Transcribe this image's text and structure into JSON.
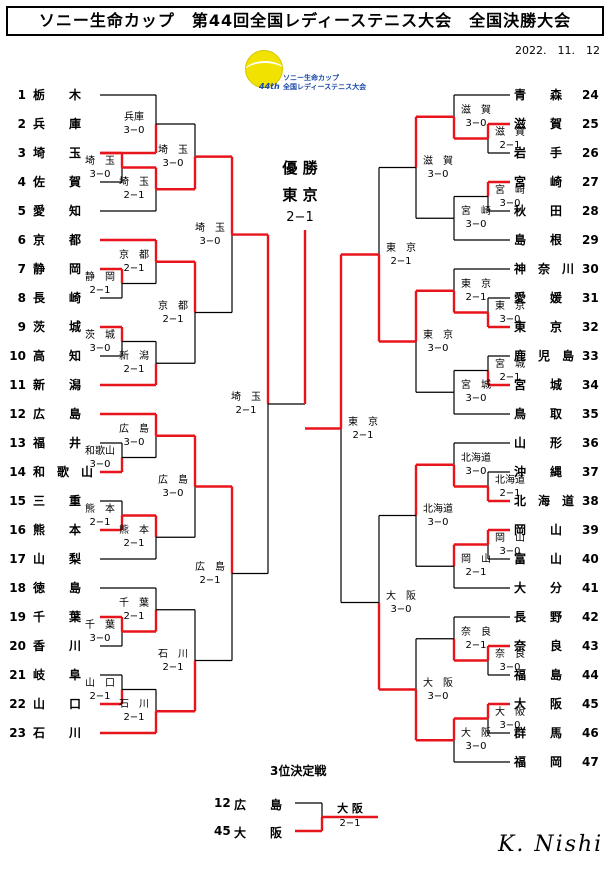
{
  "title": "ソニー生命カップ　第44回全国レディーステニス大会　全国決勝大会",
  "date": "2022.　11.　12",
  "logo": {
    "year": "44th",
    "line1": "ソニー生命カップ",
    "line2": "全国レディーステニス大会"
  },
  "left_teams": [
    {
      "num": "1",
      "name": "栃　　木"
    },
    {
      "num": "2",
      "name": "兵　　庫"
    },
    {
      "num": "3",
      "name": "埼　　玉"
    },
    {
      "num": "4",
      "name": "佐　　賀"
    },
    {
      "num": "5",
      "name": "愛　　知"
    },
    {
      "num": "6",
      "name": "京　　都"
    },
    {
      "num": "7",
      "name": "静　　岡"
    },
    {
      "num": "8",
      "name": "長　　崎"
    },
    {
      "num": "9",
      "name": "茨　　城"
    },
    {
      "num": "10",
      "name": "高　　知"
    },
    {
      "num": "11",
      "name": "新　　潟"
    },
    {
      "num": "12",
      "name": "広　　島"
    },
    {
      "num": "13",
      "name": "福　　井"
    },
    {
      "num": "14",
      "name": "和　歌　山"
    },
    {
      "num": "15",
      "name": "三　　重"
    },
    {
      "num": "16",
      "name": "熊　　本"
    },
    {
      "num": "17",
      "name": "山　　梨"
    },
    {
      "num": "18",
      "name": "徳　　島"
    },
    {
      "num": "19",
      "name": "千　　葉"
    },
    {
      "num": "20",
      "name": "香　　川"
    },
    {
      "num": "21",
      "name": "岐　　阜"
    },
    {
      "num": "22",
      "name": "山　　口"
    },
    {
      "num": "23",
      "name": "石　　川"
    }
  ],
  "right_teams": [
    {
      "num": "24",
      "name": "青　　森"
    },
    {
      "num": "25",
      "name": "滋　　賀"
    },
    {
      "num": "26",
      "name": "岩　　手"
    },
    {
      "num": "27",
      "name": "宮　　崎"
    },
    {
      "num": "28",
      "name": "秋　　田"
    },
    {
      "num": "29",
      "name": "島　　根"
    },
    {
      "num": "30",
      "name": "神　奈　川"
    },
    {
      "num": "31",
      "name": "愛　　媛"
    },
    {
      "num": "32",
      "name": "東　　京"
    },
    {
      "num": "33",
      "name": "鹿　児　島"
    },
    {
      "num": "34",
      "name": "宮　　城"
    },
    {
      "num": "35",
      "name": "鳥　　取"
    },
    {
      "num": "36",
      "name": "山　　形"
    },
    {
      "num": "37",
      "name": "沖　　縄"
    },
    {
      "num": "38",
      "name": "北　海　道"
    },
    {
      "num": "39",
      "name": "岡　　山"
    },
    {
      "num": "40",
      "name": "富　　山"
    },
    {
      "num": "41",
      "name": "大　　分"
    },
    {
      "num": "42",
      "name": "長　　野"
    },
    {
      "num": "43",
      "name": "奈　　良"
    },
    {
      "num": "44",
      "name": "福　　島"
    },
    {
      "num": "45",
      "name": "大　　阪"
    },
    {
      "num": "46",
      "name": "群　　馬"
    },
    {
      "num": "47",
      "name": "福　　岡"
    }
  ],
  "left_matches": [
    {
      "winner": "兵庫",
      "score": "3−0"
    },
    {
      "winner": "埼　玉",
      "score": "3−0"
    },
    {
      "winner": "埼　玉",
      "score": "2−1"
    },
    {
      "winner": "静　岡",
      "score": "2−1"
    },
    {
      "winner": "京　都",
      "score": "2−1"
    },
    {
      "winner": "茨　城",
      "score": "3−0"
    },
    {
      "winner": "新　潟",
      "score": "2−1"
    },
    {
      "winner": "和歌山",
      "score": "3−0"
    },
    {
      "winner": "広　島",
      "score": "3−0"
    },
    {
      "winner": "熊　本",
      "score": "2−1"
    },
    {
      "winner": "熊　本",
      "score": "2−1"
    },
    {
      "winner": "千　葉",
      "score": "3−0"
    },
    {
      "winner": "千　葉",
      "score": "2−1"
    },
    {
      "winner": "山　口",
      "score": "2−1"
    },
    {
      "winner": "石　川",
      "score": "2−1"
    },
    {
      "winner": "埼　玉",
      "score": "3−0"
    },
    {
      "winner": "京　都",
      "score": "2−1"
    },
    {
      "winner": "広　島",
      "score": "3−0"
    },
    {
      "winner": "石　川",
      "score": "2−1"
    },
    {
      "winner": "埼　玉",
      "score": "3−0"
    },
    {
      "winner": "広　島",
      "score": "2−1"
    },
    {
      "winner": "埼　玉",
      "score": "2−1"
    }
  ],
  "right_matches": [
    {
      "winner": "滋　賀",
      "score": "2−1"
    },
    {
      "winner": "滋　賀",
      "score": "3−0"
    },
    {
      "winner": "宮　崎",
      "score": "3−0"
    },
    {
      "winner": "宮　崎",
      "score": "3−0"
    },
    {
      "winner": "東　京",
      "score": "3−0"
    },
    {
      "winner": "東　京",
      "score": "2−1"
    },
    {
      "winner": "宮　城",
      "score": "2−1"
    },
    {
      "winner": "宮　城",
      "score": "3−0"
    },
    {
      "winner": "北海道",
      "score": "2−1"
    },
    {
      "winner": "北海道",
      "score": "3−0"
    },
    {
      "winner": "岡　山",
      "score": "3−0"
    },
    {
      "winner": "岡　山",
      "score": "2−1"
    },
    {
      "winner": "奈　良",
      "score": "3−0"
    },
    {
      "winner": "奈　良",
      "score": "2−1"
    },
    {
      "winner": "大　阪",
      "score": "3−0"
    },
    {
      "winner": "大　阪",
      "score": "3−0"
    },
    {
      "winner": "滋　賀",
      "score": "3−0"
    },
    {
      "winner": "東　京",
      "score": "3−0"
    },
    {
      "winner": "北海道",
      "score": "3−0"
    },
    {
      "winner": "大　阪",
      "score": "3−0"
    },
    {
      "winner": "東　京",
      "score": "2−1"
    },
    {
      "winner": "大　阪",
      "score": "3−0"
    },
    {
      "winner": "東　京",
      "score": "2−1"
    }
  ],
  "champion": {
    "heading": "優 勝",
    "team": "東 京",
    "score": "2−1"
  },
  "third_place": {
    "heading": "3位決定戦",
    "team_a": {
      "num": "12",
      "name": "広　　島"
    },
    "team_b": {
      "num": "45",
      "name": "大　　阪"
    },
    "winner": "大 阪",
    "score": "2−1"
  },
  "signature": "K. Nishi",
  "colors": {
    "win_line": "#e8141b",
    "line": "#000000"
  }
}
